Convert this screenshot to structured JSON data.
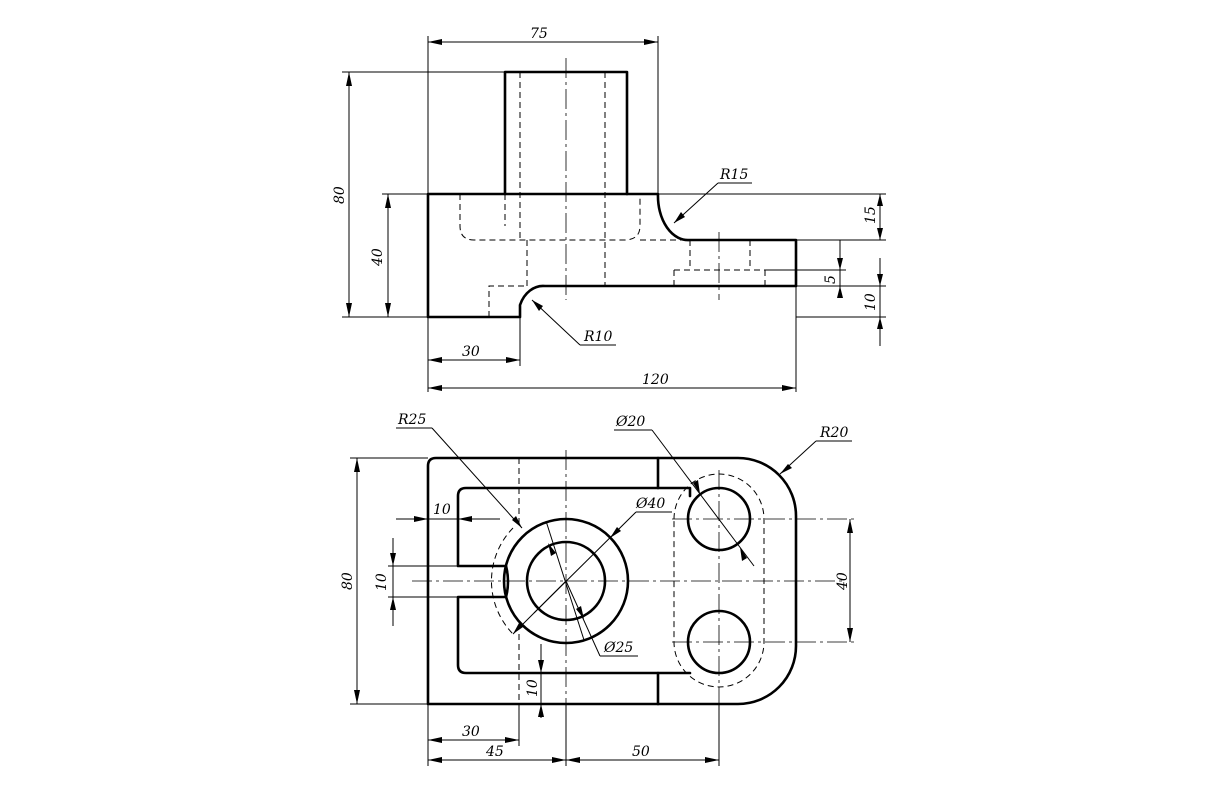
{
  "drawing": {
    "front_view": {
      "dim_overall_width": "75",
      "dim_total_height": "80",
      "dim_base_height": "40",
      "dim_step_15": "15",
      "dim_step_5": "5",
      "dim_step_10": "10",
      "dim_slot_30": "30",
      "dim_length_120": "120",
      "label_r15": "R15",
      "label_r10": "R10"
    },
    "top_view": {
      "label_r25": "R25",
      "label_dia20": "Ø20",
      "label_r20": "R20",
      "label_dia40": "Ø40",
      "label_dia25": "Ø25",
      "dim_10_left": "10",
      "dim_10_vert": "10",
      "dim_80": "80",
      "dim_40": "40",
      "dim_10_bottom": "10",
      "dim_30": "30",
      "dim_45": "45",
      "dim_50": "50"
    }
  }
}
